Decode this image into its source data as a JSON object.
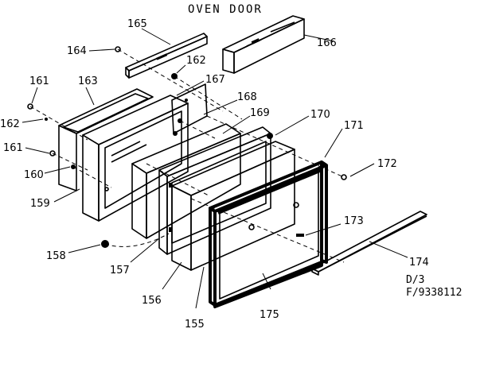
{
  "title": "OVEN DOOR",
  "drawing_code": {
    "line1": "D/3",
    "line2": "F/9338112"
  },
  "callouts": {
    "c155": "155",
    "c156": "156",
    "c157": "157",
    "c158": "158",
    "c159": "159",
    "c160": "160",
    "c161a": "161",
    "c161b": "161",
    "c162a": "162",
    "c162b": "162",
    "c163": "163",
    "c164": "164",
    "c165": "165",
    "c166": "166",
    "c167": "167",
    "c168": "168",
    "c169": "169",
    "c170": "170",
    "c171": "171",
    "c172": "172",
    "c173": "173",
    "c174": "174",
    "c175": "175"
  }
}
